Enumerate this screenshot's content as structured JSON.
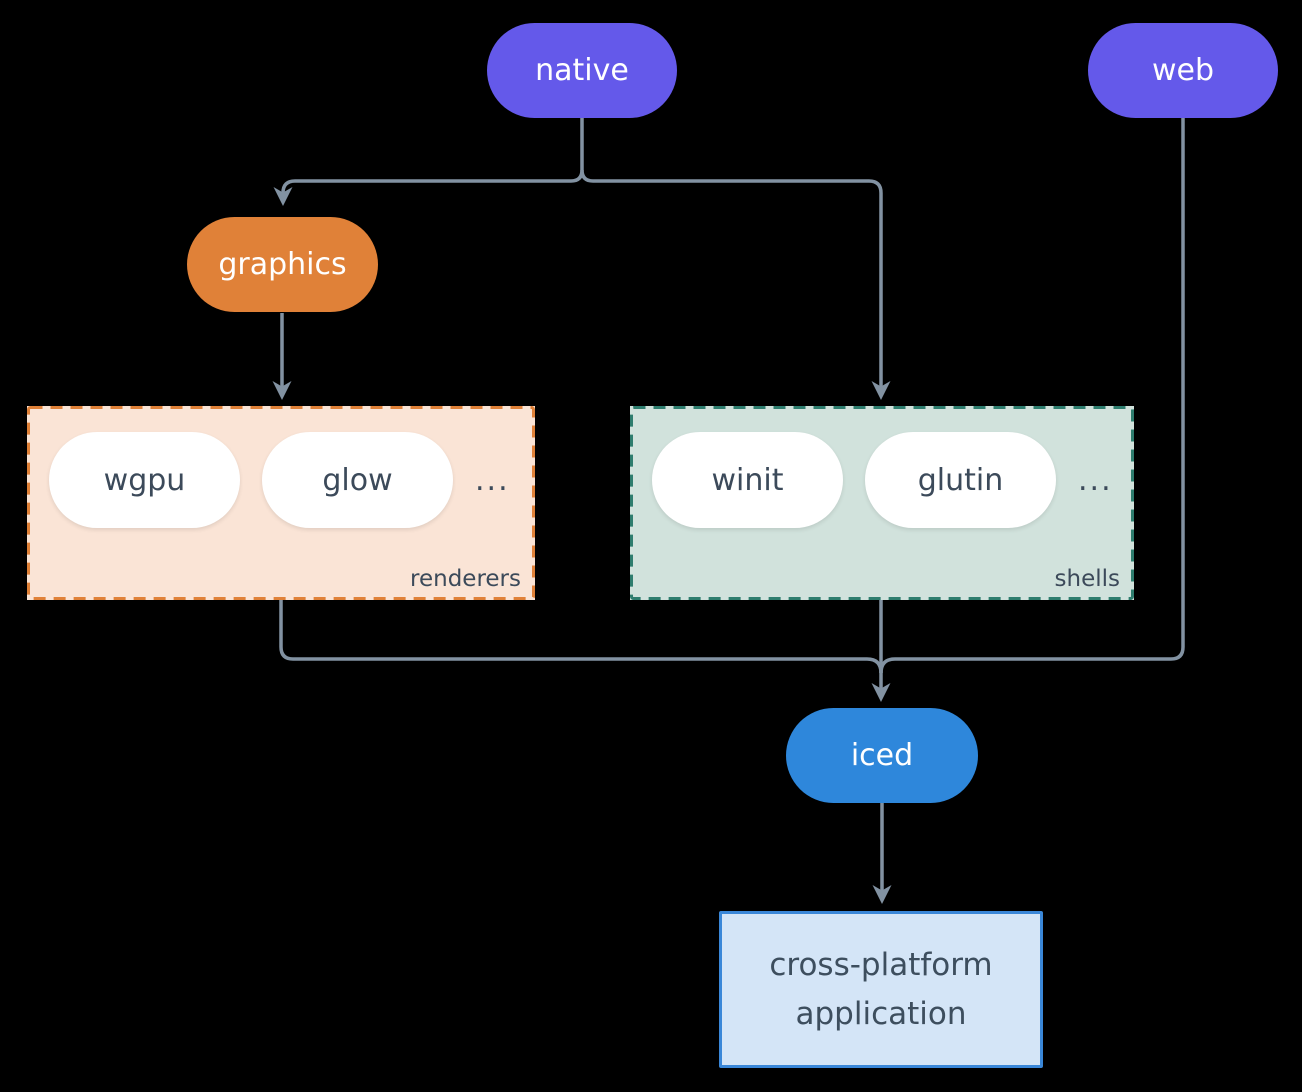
{
  "diagram": {
    "background": "#000000",
    "edge_color": "#8292A2",
    "nodes": {
      "native": {
        "label": "native",
        "fill": "#6459EA",
        "text_color": "#FFFFFF"
      },
      "web": {
        "label": "web",
        "fill": "#6459EA",
        "text_color": "#FFFFFF"
      },
      "graphics": {
        "label": "graphics",
        "fill": "#E08138",
        "text_color": "#FFFFFF"
      },
      "iced": {
        "label": "iced",
        "fill": "#2E87DB",
        "text_color": "#FFFFFF"
      },
      "application": {
        "label_line_1": "cross-platform",
        "label_line_2": "application",
        "fill": "#D4E5F7",
        "border": "#3A87D8",
        "text_color": "#3D4E5E"
      }
    },
    "groups": {
      "renderers": {
        "label": "renderers",
        "fill": "#FAE4D6",
        "border": "#E08138",
        "text_color": "#3C4A5A",
        "items": [
          {
            "label": "wgpu"
          },
          {
            "label": "glow"
          }
        ],
        "ellipsis": "..."
      },
      "shells": {
        "label": "shells",
        "fill": "#D1E2DC",
        "border": "#2E7D6E",
        "text_color": "#3C4A5A",
        "items": [
          {
            "label": "winit"
          },
          {
            "label": "glutin"
          }
        ],
        "ellipsis": "..."
      }
    }
  }
}
